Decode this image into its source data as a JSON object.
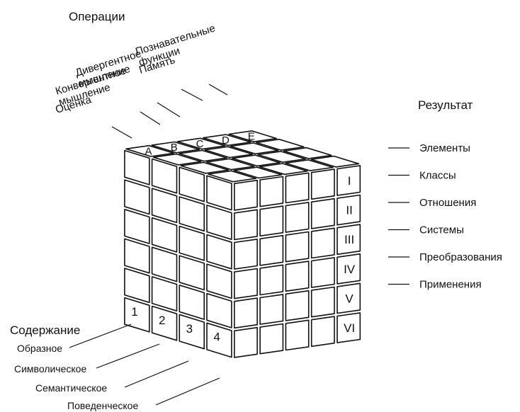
{
  "operations_title": "Операции",
  "operations": [
    {
      "letter": "A",
      "label_lines": [
        "Оценка"
      ]
    },
    {
      "letter": "B",
      "label_lines": [
        "Конвергентное",
        "мышление"
      ]
    },
    {
      "letter": "C",
      "label_lines": [
        "Дивергентное",
        "мышление"
      ]
    },
    {
      "letter": "D",
      "label_lines": [
        "Память"
      ]
    },
    {
      "letter": "E",
      "label_lines": [
        "Познавательные",
        "функции"
      ]
    }
  ],
  "results_title": "Результат",
  "results": [
    {
      "numeral": "I",
      "label": "Элементы"
    },
    {
      "numeral": "II",
      "label": "Классы"
    },
    {
      "numeral": "III",
      "label": "Отношения"
    },
    {
      "numeral": "IV",
      "label": "Системы"
    },
    {
      "numeral": "V",
      "label": "Преобразования"
    },
    {
      "numeral": "VI",
      "label": "Применения"
    }
  ],
  "content_title": "Содержание",
  "contents": [
    {
      "number": "1",
      "label": "Образное"
    },
    {
      "number": "2",
      "label": "Символическое"
    },
    {
      "number": "3",
      "label": "Семантическое"
    },
    {
      "number": "4",
      "label": "Поведенческое"
    }
  ]
}
